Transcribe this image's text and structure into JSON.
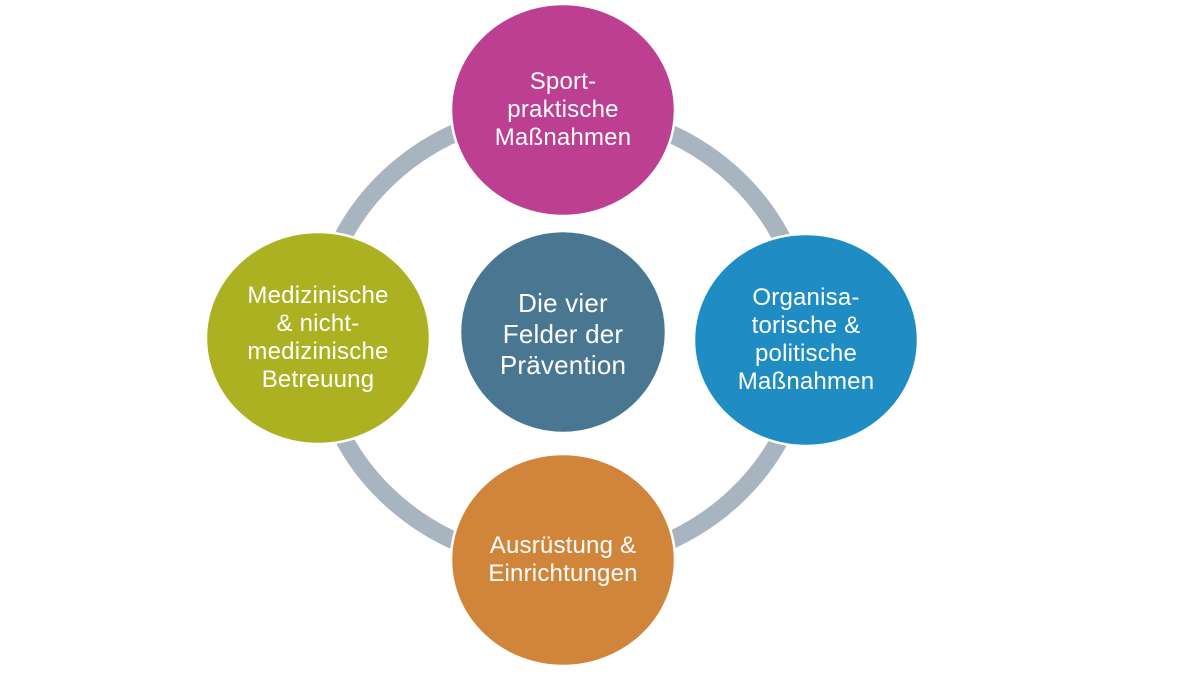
{
  "diagram": {
    "title": "Die vier Felder der Prävention",
    "type": "cycle",
    "background": "#ffffff",
    "colors": {
      "ring": "#a9b4c1",
      "center": "#497791",
      "top": "#bc3f92",
      "right": "#1f8dc4",
      "bottom": "#d0853a",
      "left": "#abb120",
      "text": "#ffffff",
      "circle_border": "#ffffff"
    },
    "center_node": {
      "label": "Die vier\nFelder der\nPrävention"
    },
    "nodes": [
      {
        "id": "top",
        "position": "top",
        "label": "Sport-\npraktische\nMaßnahmen"
      },
      {
        "id": "right",
        "position": "right",
        "label": "Organisa-\ntorische &\npolitische\nMaßnahmen"
      },
      {
        "id": "bottom",
        "position": "bottom",
        "label": "Ausrüstung &\nEinrichtungen"
      },
      {
        "id": "left",
        "position": "left",
        "label": "Medizinische\n& nicht-\nmedizinische\nBetreuung"
      }
    ]
  }
}
